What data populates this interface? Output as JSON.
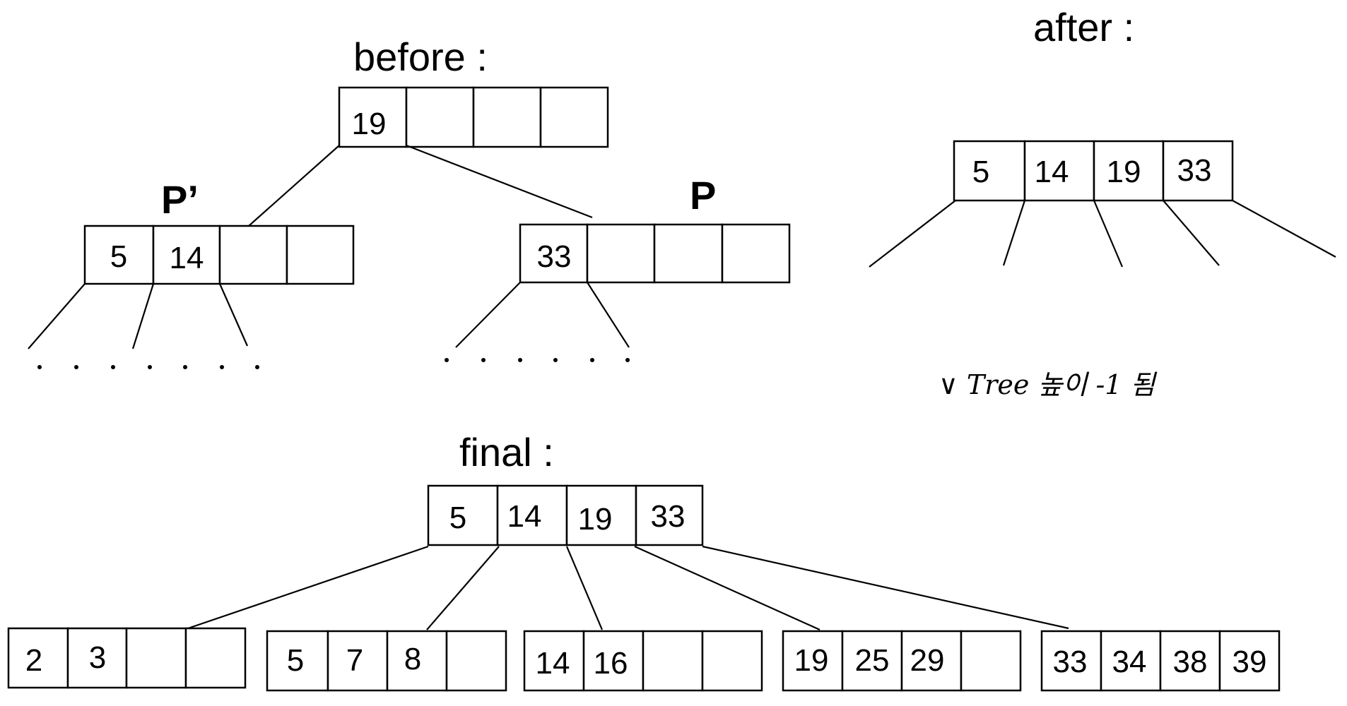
{
  "labels": {
    "before": "before :",
    "after": "after :",
    "final": "final :"
  },
  "node_tags": {
    "p_prime": "P’",
    "p": "P"
  },
  "note": "∨ Tree 높이 -1 됨",
  "before_tree": {
    "root": [
      "19",
      "",
      "",
      ""
    ],
    "left": [
      "5",
      "14",
      "",
      ""
    ],
    "right": [
      "33",
      "",
      "",
      ""
    ]
  },
  "after_tree": {
    "root": [
      "5",
      "14",
      "19",
      "33"
    ]
  },
  "final_tree": {
    "root": [
      "5",
      "14",
      "19",
      "33"
    ],
    "leaves": [
      [
        "2",
        "3",
        "",
        ""
      ],
      [
        "5",
        "7",
        "8",
        ""
      ],
      [
        "14",
        "16",
        "",
        ""
      ],
      [
        "19",
        "25",
        "29",
        ""
      ],
      [
        "33",
        "34",
        "38",
        "39"
      ]
    ]
  }
}
